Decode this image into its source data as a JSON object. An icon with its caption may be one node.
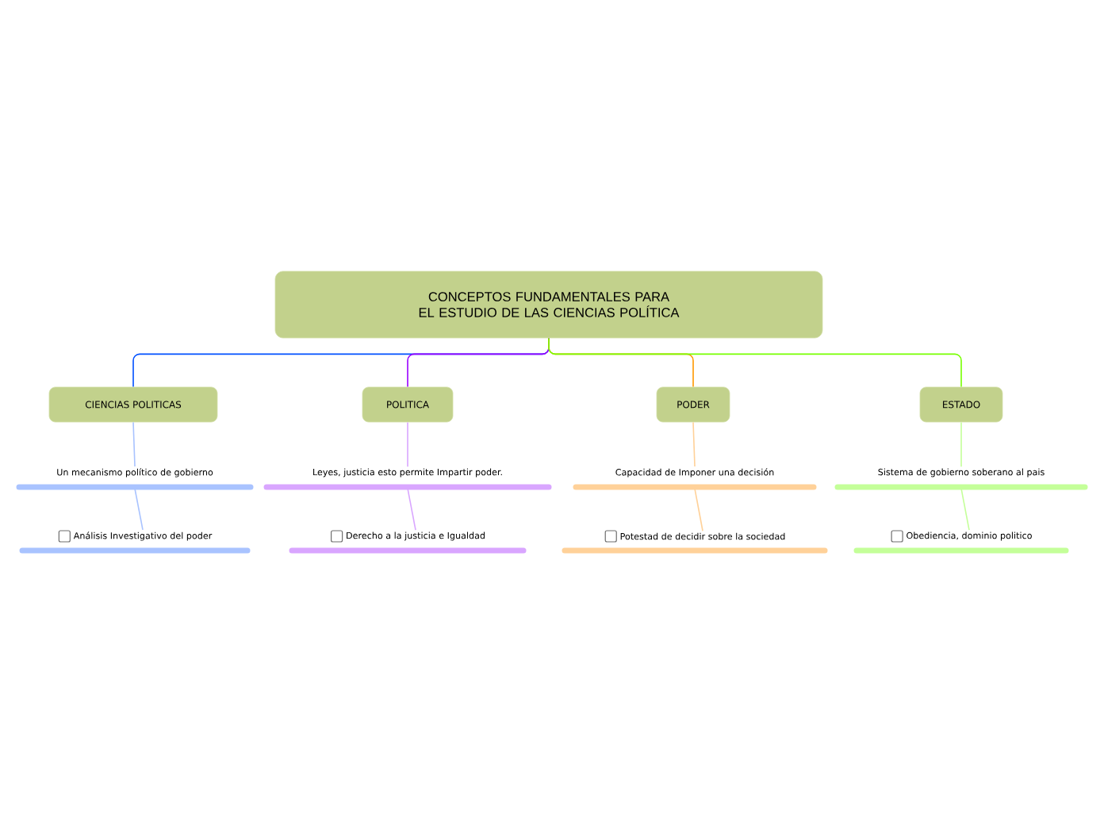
{
  "diagram": {
    "nodes": [
      {
        "text": [
          "CONCEPTOS FUNDAMENTALES PARA EL ESTUDIO DE LAS CIENCIAS POLÍTICA"
        ]
      },
      {
        "text": [
          "CIENCIAS POLITICAS"
        ]
      },
      {
        "text": [
          "POLITICA"
        ]
      },
      {
        "text": [
          "PODER"
        ]
      },
      {
        "text": [
          "ESTADO"
        ]
      },
      {
        "text": [
          "Un mecanismo político de gobierno"
        ]
      },
      {
        "text": [
          "Leyes, justicia esto permite Impartir poder."
        ]
      },
      {
        "text": [
          "Capacidad de Imponer una decisión"
        ]
      },
      {
        "text": [
          "Sistema de gobierno soberano al pais"
        ]
      },
      {
        "text": [
          "Análisis Investigativo del poder"
        ]
      },
      {
        "text": [
          "Derecho a la justicia e Igualdad"
        ]
      },
      {
        "text": [
          "Potestad de decidir sobre la sociedad"
        ]
      },
      {
        "text": [
          "Obediencia, dominio politico"
        ]
      }
    ],
    "edges": [
      {
        "from": 0,
        "to": 1,
        "arrow": "none",
        "color": "#0050ff"
      },
      {
        "from": 0,
        "to": 2,
        "arrow": "none",
        "color": "#9900ff"
      },
      {
        "from": 0,
        "to": 3,
        "arrow": "none",
        "color": "#ff9900"
      },
      {
        "from": 0,
        "to": 4,
        "arrow": "none",
        "color": "#77ff00"
      },
      {
        "from": 1,
        "to": 5,
        "arrow": "none",
        "color": "#a9c3ff"
      },
      {
        "from": 2,
        "to": 6,
        "arrow": "none",
        "color": "#d9a6ff"
      },
      {
        "from": 3,
        "to": 7,
        "arrow": "none",
        "color": "#ffd199"
      },
      {
        "from": 4,
        "to": 8,
        "arrow": "none",
        "color": "#c4ff99"
      },
      {
        "from": 5,
        "to": 9,
        "arrow": "none",
        "color": "#a9c3ff"
      },
      {
        "from": 6,
        "to": 10,
        "arrow": "none",
        "color": "#d9a6ff"
      },
      {
        "from": 7,
        "to": 11,
        "arrow": "none",
        "color": "#ffd199"
      },
      {
        "from": 8,
        "to": 12,
        "arrow": "none",
        "color": "#c4ff99"
      }
    ]
  }
}
